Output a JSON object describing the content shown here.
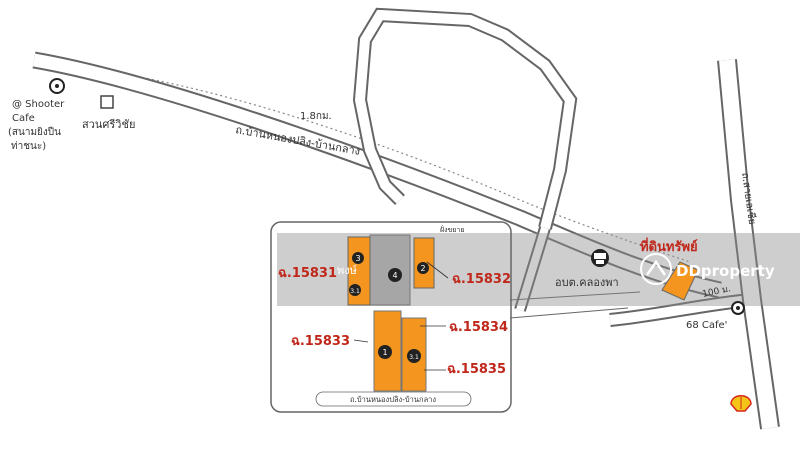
{
  "poi": {
    "shooter_cafe": [
      "@ Shooter",
      "Cafe",
      "(สนามยิงปืน",
      "ท่าชนะ)"
    ],
    "suan_sriwichai": "สวนศรีวิชัย",
    "distance": "1.8กม.",
    "upper_road": "ถ.บ้านหนองปลิง-บ้านกลาง",
    "ao_bo_to": "อบต.คลองพา",
    "cafe_68": "68 Cafe'",
    "road_right": "ถ.สายเอเชีย",
    "distance_100": "100 ม.",
    "land_label": "ที่ดินทรัพย์"
  },
  "inset": {
    "top_label": "ฝั่งขยาย",
    "top_center": "พงษ์",
    "road_label": "ถ.บ้านหนองปลิง-บ้านกลาง",
    "plots": [
      {
        "id": "p1",
        "num": "1"
      },
      {
        "id": "p2",
        "num": "2"
      },
      {
        "id": "p3",
        "num": "3"
      },
      {
        "id": "p31a",
        "num": "3.1"
      },
      {
        "id": "p31b",
        "num": "3.1"
      },
      {
        "id": "p4",
        "num": "4"
      }
    ],
    "deeds": [
      "ฉ.15831",
      "ฉ.15832",
      "ฉ.15833",
      "ฉ.15834",
      "ฉ.15835"
    ]
  },
  "watermark": "DDproperty",
  "colors": {
    "plot": "#f3951e",
    "red_text": "#c0271b",
    "road": "#666666"
  }
}
